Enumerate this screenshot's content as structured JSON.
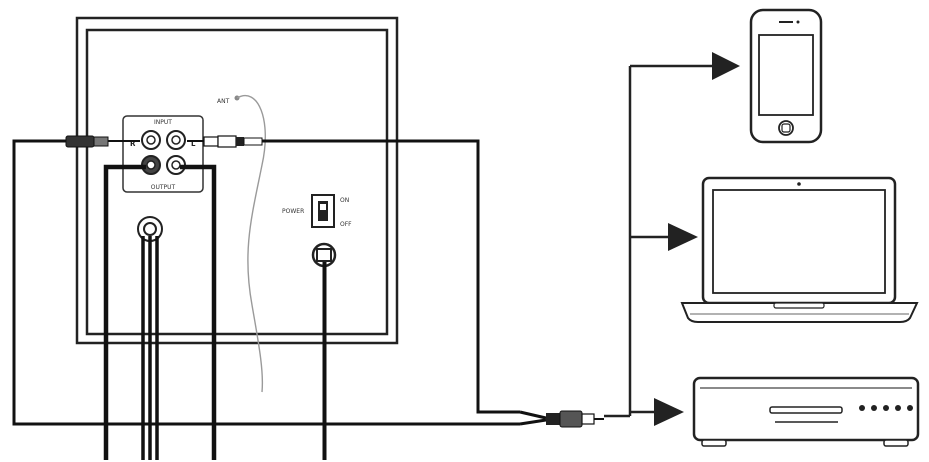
{
  "labels": {
    "input": "INPUT",
    "output": "OUTPUT",
    "right_channel": "R",
    "left_channel": "L",
    "antenna": "ANT",
    "power": "POWER",
    "on": "ON",
    "off": "OFF"
  },
  "colors": {
    "line": "#111111",
    "panel_border": "#222222",
    "background": "#ffffff",
    "device_fill": "#ffffff"
  },
  "devices": [
    "smartphone",
    "laptop",
    "media-player"
  ]
}
